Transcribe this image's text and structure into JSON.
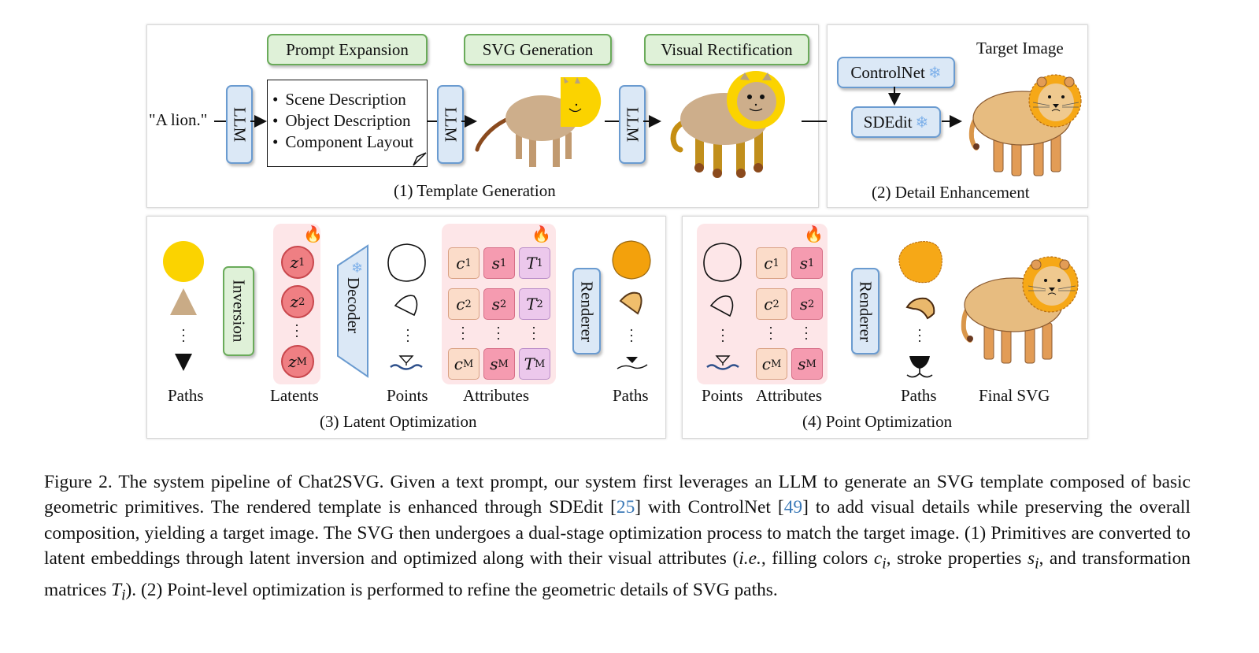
{
  "panels": {
    "template_generation": {
      "caption": "(1) Template Generation",
      "prompt": "\"A lion.\"",
      "llm_label": "LLM",
      "stage_tags": [
        "Prompt Expansion",
        "SVG Generation",
        "Visual Rectification"
      ],
      "expansion_items": [
        "Scene Description",
        "Object Description",
        "Component Layout"
      ]
    },
    "detail_enhancement": {
      "caption": "(2) Detail Enhancement",
      "controlnet_label": "ControlNet",
      "sdedit_label": "SDEdit",
      "target_label": "Target Image"
    },
    "latent_optimization": {
      "caption": "(3) Latent Optimization",
      "inversion_label": "Inversion",
      "decoder_label": "Decoder",
      "renderer_label": "Renderer",
      "latents": [
        {
          "sym": "z",
          "sub": "1"
        },
        {
          "sym": "z",
          "sub": "2"
        },
        {
          "sym": "z",
          "sub": "M"
        }
      ],
      "attribute_rows": [
        [
          {
            "sym": "c",
            "sub": "1"
          },
          {
            "sym": "s",
            "sub": "1"
          },
          {
            "sym": "T",
            "sub": "1"
          }
        ],
        [
          {
            "sym": "c",
            "sub": "2"
          },
          {
            "sym": "s",
            "sub": "2"
          },
          {
            "sym": "T",
            "sub": "2"
          }
        ],
        [
          {
            "sym": "c",
            "sub": "M"
          },
          {
            "sym": "s",
            "sub": "M"
          },
          {
            "sym": "T",
            "sub": "M"
          }
        ]
      ],
      "labels": {
        "paths_in": "Paths",
        "latents": "Latents",
        "points": "Points",
        "attributes": "Attributes",
        "paths_out": "Paths"
      }
    },
    "point_optimization": {
      "caption": "(4) Point Optimization",
      "renderer_label": "Renderer",
      "attribute_rows": [
        [
          {
            "sym": "c",
            "sub": "1"
          },
          {
            "sym": "s",
            "sub": "1"
          }
        ],
        [
          {
            "sym": "c",
            "sub": "2"
          },
          {
            "sym": "s",
            "sub": "2"
          }
        ],
        [
          {
            "sym": "c",
            "sub": "M"
          },
          {
            "sym": "s",
            "sub": "M"
          }
        ]
      ],
      "labels": {
        "points": "Points",
        "attributes": "Attributes",
        "paths": "Paths",
        "final": "Final SVG"
      }
    }
  },
  "icons": {
    "trainable": "fire-icon",
    "frozen": "snowflake-icon"
  },
  "colors": {
    "green_tag": "#dff1d8",
    "blue_block": "#dbe8f6",
    "latent_red": "#ef7f83",
    "attr_c": "#fbdcc9",
    "attr_s": "#f59bb0",
    "attr_T": "#ecc8ec",
    "fire": "#e8241c",
    "snow": "#7fb1ea",
    "citation": "#3b79b7"
  },
  "caption": {
    "seg1": "Figure 2.  The system pipeline of Chat2SVG. Given a text prompt, our system first leverages an LLM to generate an SVG template composed of basic geometric primitives.  The rendered template is enhanced through SDEdit [",
    "cite1": "25",
    "seg2": "] with ControlNet [",
    "cite2": "49",
    "seg3": "] to add visual details while preserving the overall composition, yielding a target image. The SVG then undergoes a dual-stage optimization process to match the target image. (1) Primitives are converted to latent embeddings through latent inversion and optimized along with their visual attributes (",
    "ie": "i.e.",
    "seg4": ", filling colors ",
    "var_c": "c",
    "sub_i1": "i",
    "seg5": ", stroke properties ",
    "var_s": "s",
    "sub_i2": "i",
    "seg6": ", and transformation matrices ",
    "var_T": "T",
    "sub_i3": "i",
    "seg7": ").  (2) Point-level optimization is performed to refine the geometric details of SVG paths."
  }
}
